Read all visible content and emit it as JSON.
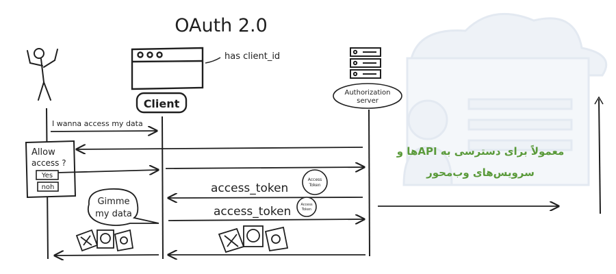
{
  "title": "OAuth 2.0",
  "colors": {
    "ink": "#1f1f1f",
    "watermark": "#eaf0f6",
    "caption": "#5a9a3a"
  },
  "icons": [
    "stick-figure-icon",
    "browser-window-icon",
    "server-stack-icon",
    "cloud-watermark-icon",
    "token-coin-icon",
    "data-card-icon"
  ],
  "actors": {
    "client_label": "Client",
    "client_note": "has client_id",
    "server_label_line1": "Authorization",
    "server_label_line2": "server"
  },
  "messages": {
    "m1": "I wanna access my data",
    "token1": "access_token",
    "token2": "access_token",
    "coin_line1": "Access",
    "coin_line2": "Token"
  },
  "dialog": {
    "line1": "Allow",
    "line2": "access ?",
    "yes": "Yes",
    "no": "noh"
  },
  "bubble": {
    "line1": "Gimme",
    "line2": "my data"
  },
  "caption": {
    "line1": "معمولاً برای دسترسی به APIها و",
    "line2": "سرویس‌های وب‌محور"
  }
}
